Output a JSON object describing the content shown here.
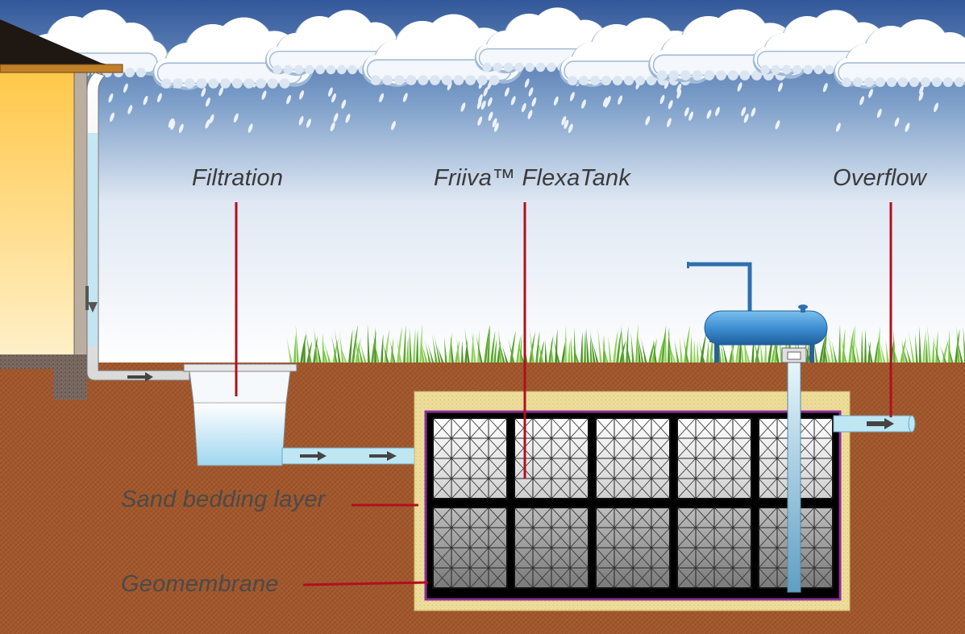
{
  "labels": {
    "filtration": "Filtration",
    "tank": "Friiva™ FlexaTank",
    "overflow": "Overflow",
    "sand": "Sand bedding layer",
    "geomembrane": "Geomembrane"
  },
  "colors": {
    "sky_top": "#3a63a0",
    "soil": "#a2582d",
    "sand": "#eedd9a",
    "geomembrane": "#8a2e98",
    "water_pipe": "#bfe6f3",
    "leader_line": "#b01020",
    "pressure_tank": "#3e8fd2",
    "grass": "#6bbf3a"
  },
  "icons": [
    "rain-cloud",
    "house",
    "downspout",
    "flow-arrow",
    "pressure-tank",
    "grass"
  ]
}
